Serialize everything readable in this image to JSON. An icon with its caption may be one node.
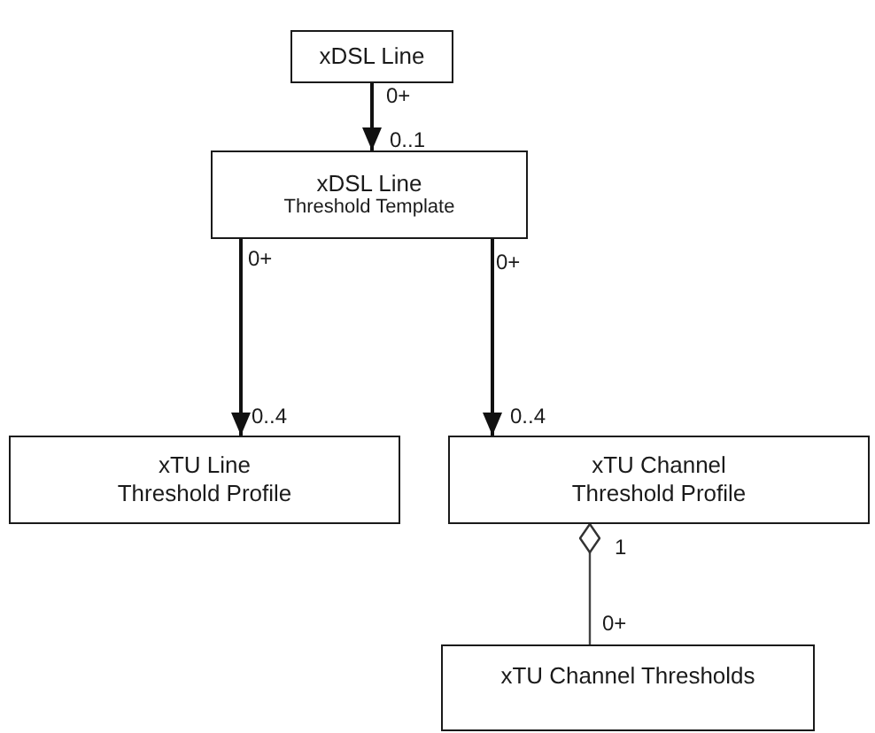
{
  "diagram": {
    "nodes": [
      {
        "text": [
          "xDSL Line"
        ]
      },
      {
        "text": [
          "xDSL Line",
          "Threshold Template"
        ]
      },
      {
        "text": [
          "xTU Line Threshold Profile"
        ]
      },
      {
        "text": [
          "xTU Channel Threshold Profile"
        ]
      },
      {
        "text": [
          "xTU Channel Thresholds"
        ]
      }
    ],
    "edges": [
      {
        "from": 0,
        "to": 1,
        "arrow": "to"
      },
      {
        "from": 1,
        "to": 2,
        "arrow": "to"
      },
      {
        "from": 1,
        "to": 3,
        "arrow": "to"
      },
      {
        "from": 3,
        "to": 4,
        "arrow": "other"
      }
    ],
    "labels": [
      "0+",
      "0..1",
      "0+",
      "0+",
      "0..4",
      "0..4",
      "1",
      "0+"
    ]
  }
}
